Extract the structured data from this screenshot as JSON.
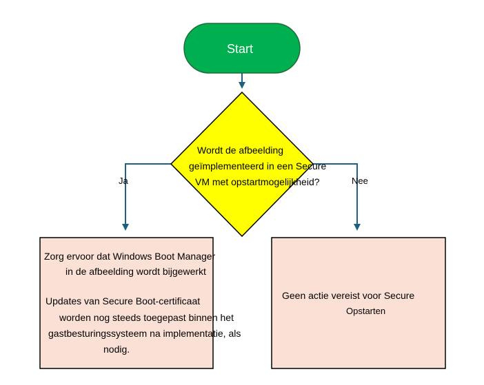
{
  "colors": {
    "start_fill": "#00b050",
    "start_stroke": "#1f6b3a",
    "decision_fill": "#ffff00",
    "decision_stroke": "#000000",
    "box_fill": "#fbe0d6",
    "box_stroke": "#000000",
    "connector": "#1f6080"
  },
  "start": {
    "label": "Start"
  },
  "decision": {
    "line1": "Wordt de afbeelding",
    "line2": "geïmplementeerd in een Secure",
    "line3": "VM met opstartmogelijkheid?"
  },
  "branches": {
    "yes_label": "Ja",
    "no_label": "Nee"
  },
  "left_box": {
    "line1": "Zorg ervoor dat Windows Boot Manager",
    "line2": "in de afbeelding wordt bijgewerkt",
    "line3": "Updates van Secure Boot-certificaat",
    "line4": "worden nog steeds toegepast binnen het",
    "line5": "gastbesturingssysteem na implementatie, als",
    "line6": "nodig."
  },
  "right_box": {
    "line1": "Geen actie vereist voor Secure",
    "line2": "Opstarten"
  }
}
